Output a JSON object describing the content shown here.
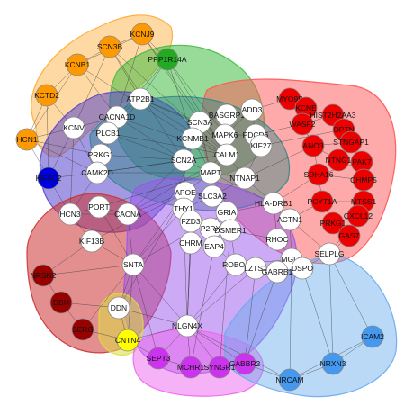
{
  "colors": {
    "orange": "#FF9900",
    "green": "#22AA22",
    "red": "#EE0000",
    "blue": "#0000DD",
    "darkred": "#990000",
    "yellow": "#FFFF00",
    "magenta": "#CC33EE",
    "lightblue": "#4499EE",
    "white": "#FFFFFF"
  },
  "modules": [
    {
      "id": "m-orange",
      "color": "#FFAA33",
      "fill_opacity": 0.45
    },
    {
      "id": "m-green",
      "color": "#44BB44",
      "fill_opacity": 0.55
    },
    {
      "id": "m-red",
      "color": "#FF5555",
      "fill_opacity": 0.5
    },
    {
      "id": "m-blue",
      "color": "#5544CC",
      "fill_opacity": 0.55
    },
    {
      "id": "m-darkred",
      "color": "#CC3333",
      "fill_opacity": 0.55
    },
    {
      "id": "m-yellow",
      "color": "#DDDD44",
      "fill_opacity": 0.55
    },
    {
      "id": "m-purple",
      "color": "#9955EE",
      "fill_opacity": 0.5
    },
    {
      "id": "m-magenta",
      "color": "#EE66EE",
      "fill_opacity": 0.5
    },
    {
      "id": "m-lightblue",
      "color": "#66AAEE",
      "fill_opacity": 0.45
    },
    {
      "id": "m-teal",
      "color": "#338888",
      "fill_opacity": 0.45
    }
  ],
  "nodes": [
    {
      "id": "KCNJ9",
      "label": "KCNJ9",
      "color": "orange"
    },
    {
      "id": "SCN3B",
      "label": "SCN3B",
      "color": "orange"
    },
    {
      "id": "KCNB1",
      "label": "KCNB1",
      "color": "orange"
    },
    {
      "id": "KCTD2",
      "label": "KCTD2",
      "color": "orange"
    },
    {
      "id": "HCN1",
      "label": "HCN1",
      "color": "orange"
    },
    {
      "id": "PPP1R14A",
      "label": "PPP1R14A",
      "color": "green"
    },
    {
      "id": "KCNV",
      "label": "KCNV",
      "color": "white"
    },
    {
      "id": "ATP2B1",
      "label": "ATP2B1",
      "color": "white"
    },
    {
      "id": "CACNA1D",
      "label": "CACNA1D",
      "color": "white"
    },
    {
      "id": "PLCB1",
      "label": "PLCB1",
      "color": "white"
    },
    {
      "id": "PRKG1",
      "label": "PRKG1",
      "color": "white"
    },
    {
      "id": "CAMK2D",
      "label": "CAMK2D",
      "color": "white"
    },
    {
      "id": "KIF5C2",
      "label": "KIF5C2",
      "color": "blue"
    },
    {
      "id": "HCN3",
      "label": "HCN3",
      "color": "white"
    },
    {
      "id": "PORT",
      "label": "PORT",
      "color": "white"
    },
    {
      "id": "CACNA",
      "label": "CACNA",
      "color": "white"
    },
    {
      "id": "KIF13B",
      "label": "KIF13B",
      "color": "white"
    },
    {
      "id": "SNTA",
      "label": "SNTA",
      "color": "white"
    },
    {
      "id": "NRSN2",
      "label": "NRSN2",
      "color": "darkred"
    },
    {
      "id": "DBH",
      "label": "DBH",
      "color": "darkred"
    },
    {
      "id": "SERG",
      "label": "SERG",
      "color": "darkred"
    },
    {
      "id": "DDN",
      "label": "DDN",
      "color": "white"
    },
    {
      "id": "CNTN4",
      "label": "CNTN4",
      "color": "yellow"
    },
    {
      "id": "SCN3A",
      "label": "SCN3A",
      "color": "white"
    },
    {
      "id": "BASGRP1",
      "label": "BASGRP1",
      "color": "white"
    },
    {
      "id": "ADD3",
      "label": "ADD3",
      "color": "white"
    },
    {
      "id": "MAPK6",
      "label": "MAPK6",
      "color": "white"
    },
    {
      "id": "PDCD6",
      "label": "PDCD6",
      "color": "white"
    },
    {
      "id": "KCNMB1",
      "label": "KCNMB1",
      "color": "white"
    },
    {
      "id": "CALM1",
      "label": "CALM1",
      "color": "white"
    },
    {
      "id": "KIF27",
      "label": "KIF27",
      "color": "white"
    },
    {
      "id": "SCN2A",
      "label": "SCN2A",
      "color": "white"
    },
    {
      "id": "NTNAP1",
      "label": "NTNAP1",
      "color": "white"
    },
    {
      "id": "MAPT",
      "label": "MAPT",
      "color": "white"
    },
    {
      "id": "APOE",
      "label": "APOE",
      "color": "white"
    },
    {
      "id": "SLC3A2",
      "label": "SLC3A2",
      "color": "white"
    },
    {
      "id": "THY1",
      "label": "THY1",
      "color": "white"
    },
    {
      "id": "FZD3",
      "label": "FZD3",
      "color": "white"
    },
    {
      "id": "GRIA",
      "label": "GRIA",
      "color": "white"
    },
    {
      "id": "CHRM",
      "label": "CHRM",
      "color": "white"
    },
    {
      "id": "P2RX",
      "label": "P2RX",
      "color": "white"
    },
    {
      "id": "EAP4",
      "label": "EAP4",
      "color": "white"
    },
    {
      "id": "DSMER1",
      "label": "DSMER1",
      "color": "white"
    },
    {
      "id": "ROBO1",
      "label": "ROBO1",
      "color": "white"
    },
    {
      "id": "HLA-DRB1",
      "label": "HLA-DRB1",
      "color": "white"
    },
    {
      "id": "ACTN1",
      "label": "ACTN1",
      "color": "white"
    },
    {
      "id": "RHOC",
      "label": "RHOC",
      "color": "white"
    },
    {
      "id": "MGLL",
      "label": "MGLL",
      "color": "white"
    },
    {
      "id": "LZTS1",
      "label": "LZTS1",
      "color": "white"
    },
    {
      "id": "GABRB1",
      "label": "GABRB1",
      "color": "white"
    },
    {
      "id": "DSPO",
      "label": "DSPO",
      "color": "white"
    },
    {
      "id": "SELPLG",
      "label": "SELPLG",
      "color": "white"
    },
    {
      "id": "MYO9B",
      "label": "MYO9B",
      "color": "red"
    },
    {
      "id": "KCNE",
      "label": "KCNE",
      "color": "red"
    },
    {
      "id": "WASF2",
      "label": "WASF2",
      "color": "red"
    },
    {
      "id": "HIST2H2AA3",
      "label": "HIST2H2AA3",
      "color": "red"
    },
    {
      "id": "OPTN",
      "label": "OPTN",
      "color": "red"
    },
    {
      "id": "ANO3",
      "label": "ANO3",
      "color": "red"
    },
    {
      "id": "STNGAP1",
      "label": "STNGAP1",
      "color": "red"
    },
    {
      "id": "NTNG1",
      "label": "NTNG1",
      "color": "red"
    },
    {
      "id": "SDHA16",
      "label": "SDHA16",
      "color": "red"
    },
    {
      "id": "PAK7",
      "label": "PAK7",
      "color": "red"
    },
    {
      "id": "CHMP5",
      "label": "CHMP5",
      "color": "red"
    },
    {
      "id": "PCYT1A",
      "label": "PCYT1A",
      "color": "red"
    },
    {
      "id": "MTSS1",
      "label": "MTSS1",
      "color": "red"
    },
    {
      "id": "PRKG1B",
      "label": "PRKG1",
      "color": "red"
    },
    {
      "id": "CXCL12",
      "label": "CXCL12",
      "color": "red"
    },
    {
      "id": "GAS7",
      "label": "GAS7",
      "color": "red"
    },
    {
      "id": "NLGN4X",
      "label": "NLGN4X",
      "color": "white"
    },
    {
      "id": "SEPT3",
      "label": "SEPT3",
      "color": "magenta"
    },
    {
      "id": "MCHR1",
      "label": "MCHR1",
      "color": "magenta"
    },
    {
      "id": "SYNGR1",
      "label": "SYNGR1",
      "color": "magenta"
    },
    {
      "id": "GABBR2",
      "label": "GABBR2",
      "color": "magenta"
    },
    {
      "id": "NRCAM",
      "label": "NRCAM",
      "color": "lightblue"
    },
    {
      "id": "NRXN3",
      "label": "NRXN3",
      "color": "lightblue"
    },
    {
      "id": "ICAM2",
      "label": "ICAM2",
      "color": "lightblue"
    }
  ],
  "edges": [
    [
      "KCNJ9",
      "SCN3B"
    ],
    [
      "KCNJ9",
      "KCNB1"
    ],
    [
      "SCN3B",
      "KCNB1"
    ],
    [
      "KCNB1",
      "KCTD2"
    ],
    [
      "KCTD2",
      "HCN1"
    ],
    [
      "KCNB1",
      "HCN1"
    ],
    [
      "SCN3B",
      "KCNV"
    ],
    [
      "KCNJ9",
      "CACNA1D"
    ],
    [
      "KCNB1",
      "CACNA1D"
    ],
    [
      "HCN1",
      "KCNV"
    ],
    [
      "HCN1",
      "CAMK2D"
    ],
    [
      "KCNJ9",
      "SCN3A"
    ],
    [
      "SCN3B",
      "SCN2A"
    ],
    [
      "KCNB1",
      "KCNMB1"
    ],
    [
      "KCTD2",
      "KCNV"
    ],
    [
      "HCN1",
      "PRKG1"
    ],
    [
      "SCN3B",
      "ATP2B1"
    ],
    [
      "KCNJ9",
      "CALM1"
    ],
    [
      "PPP1R14A",
      "CALM1"
    ],
    [
      "PPP1R14A",
      "PRKG1"
    ],
    [
      "PPP1R14A",
      "MAPK6"
    ],
    [
      "PPP1R14A",
      "CACNA1D"
    ],
    [
      "PPP1R14A",
      "KCNMB1"
    ],
    [
      "KCNV",
      "PLCB1"
    ],
    [
      "KCNV",
      "CAMK2D"
    ],
    [
      "KCNV",
      "HCN3"
    ],
    [
      "ATP2B1",
      "CALM1"
    ],
    [
      "ATP2B1",
      "CACNA1D"
    ],
    [
      "CACNA1D",
      "PLCB1"
    ],
    [
      "CACNA1D",
      "CALM1"
    ],
    [
      "CACNA1D",
      "PRKG1"
    ],
    [
      "PLCB1",
      "PRKG1"
    ],
    [
      "PLCB1",
      "CALM1"
    ],
    [
      "PRKG1",
      "CAMK2D"
    ],
    [
      "CAMK2D",
      "CALM1"
    ],
    [
      "CAMK2D",
      "MAPT"
    ],
    [
      "CAMK2D",
      "KIF5C2"
    ],
    [
      "KIF5C2",
      "HCN3"
    ],
    [
      "KIF5C2",
      "KCNV"
    ],
    [
      "HCN3",
      "PORT"
    ],
    [
      "HCN3",
      "CACNA"
    ],
    [
      "HCN3",
      "KIF13B"
    ],
    [
      "PORT",
      "CACNA"
    ],
    [
      "PORT",
      "SNTA"
    ],
    [
      "CACNA",
      "SNTA"
    ],
    [
      "CACNA",
      "SCN2A"
    ],
    [
      "CACNA",
      "CALM1"
    ],
    [
      "KIF13B",
      "SNTA"
    ],
    [
      "KIF13B",
      "NRSN2"
    ],
    [
      "NRSN2",
      "DBH"
    ],
    [
      "DBH",
      "SERG"
    ],
    [
      "SERG",
      "CNTN4"
    ],
    [
      "DBH",
      "DDN"
    ],
    [
      "DDN",
      "CNTN4"
    ],
    [
      "DDN",
      "SNTA"
    ],
    [
      "DDN",
      "NLGN4X"
    ],
    [
      "CNTN4",
      "NLGN4X"
    ],
    [
      "CNTN4",
      "SEPT3"
    ],
    [
      "SNTA",
      "NLGN4X"
    ],
    [
      "SNTA",
      "APOE"
    ],
    [
      "SNTA",
      "THY1"
    ],
    [
      "SCN3A",
      "BASGRP1"
    ],
    [
      "SCN3A",
      "KCNMB1"
    ],
    [
      "SCN3A",
      "CALM1"
    ],
    [
      "BASGRP1",
      "ADD3"
    ],
    [
      "BASGRP1",
      "MAPK6"
    ],
    [
      "ADD3",
      "PDCD6"
    ],
    [
      "ADD3",
      "MAPK6"
    ],
    [
      "MAPK6",
      "CALM1"
    ],
    [
      "MAPK6",
      "PDCD6"
    ],
    [
      "PDCD6",
      "KIF27"
    ],
    [
      "KCNMB1",
      "CALM1"
    ],
    [
      "KCNMB1",
      "SCN2A"
    ],
    [
      "CALM1",
      "MAPT"
    ],
    [
      "CALM1",
      "NTNAP1"
    ],
    [
      "KIF27",
      "NTNAP1"
    ],
    [
      "SCN2A",
      "MAPT"
    ],
    [
      "SCN2A",
      "APOE"
    ],
    [
      "NTNAP1",
      "MAPT"
    ],
    [
      "NTNAP1",
      "HLA-DRB1"
    ],
    [
      "MAPT",
      "APOE"
    ],
    [
      "MAPT",
      "SLC3A2"
    ],
    [
      "APOE",
      "SLC3A2"
    ],
    [
      "APOE",
      "THY1"
    ],
    [
      "SLC3A2",
      "THY1"
    ],
    [
      "SLC3A2",
      "GRIA"
    ],
    [
      "THY1",
      "FZD3"
    ],
    [
      "FZD3",
      "CHRM"
    ],
    [
      "FZD3",
      "P2RX"
    ],
    [
      "GRIA",
      "P2RX"
    ],
    [
      "GRIA",
      "DSMER1"
    ],
    [
      "CHRM",
      "EAP4"
    ],
    [
      "P2RX",
      "EAP4"
    ],
    [
      "EAP4",
      "DSMER1"
    ],
    [
      "DSMER1",
      "ROBO1"
    ],
    [
      "EAP4",
      "ROBO1"
    ],
    [
      "ROBO1",
      "LZTS1"
    ],
    [
      "HLA-DRB1",
      "ACTN1"
    ],
    [
      "HLA-DRB1",
      "RHOC"
    ],
    [
      "ACTN1",
      "RHOC"
    ],
    [
      "ACTN1",
      "SELPLG"
    ],
    [
      "RHOC",
      "MGLL"
    ],
    [
      "MGLL",
      "DSPO"
    ],
    [
      "MGLL",
      "GABRB1"
    ],
    [
      "LZTS1",
      "GABRB1"
    ],
    [
      "GABRB1",
      "DSPO"
    ],
    [
      "DSPO",
      "SELPLG"
    ],
    [
      "SELPLG",
      "GAS7"
    ],
    [
      "SELPLG",
      "NRXN3"
    ],
    [
      "MYO9B",
      "KCNE"
    ],
    [
      "KCNE",
      "WASF2"
    ],
    [
      "WASF2",
      "HIST2H2AA3"
    ],
    [
      "MYO9B",
      "WASF2"
    ],
    [
      "HIST2H2AA3",
      "OPTN"
    ],
    [
      "OPTN",
      "STNGAP1"
    ],
    [
      "ANO3",
      "STNGAP1"
    ],
    [
      "ANO3",
      "NTNG1"
    ],
    [
      "STNGAP1",
      "NTNG1"
    ],
    [
      "NTNG1",
      "PAK7"
    ],
    [
      "SDHA16",
      "PAK7"
    ],
    [
      "SDHA16",
      "CHMP5"
    ],
    [
      "PAK7",
      "CHMP5"
    ],
    [
      "CHMP5",
      "MTSS1"
    ],
    [
      "PCYT1A",
      "MTSS1"
    ],
    [
      "MTSS1",
      "CXCL12"
    ],
    [
      "PCYT1A",
      "PRKG1B"
    ],
    [
      "PRKG1B",
      "CXCL12"
    ],
    [
      "CXCL12",
      "GAS7"
    ],
    [
      "PRKG1B",
      "GAS7"
    ],
    [
      "WASF2",
      "ANO3"
    ],
    [
      "MYO9B",
      "ANO3"
    ],
    [
      "ANO3",
      "SDHA16"
    ],
    [
      "SDHA16",
      "PCYT1A"
    ],
    [
      "NTNAP1",
      "ANO3"
    ],
    [
      "HLA-DRB1",
      "SDHA16"
    ],
    [
      "ACTN1",
      "PCYT1A"
    ],
    [
      "ADD3",
      "MYO9B"
    ],
    [
      "PDCD6",
      "WASF2"
    ],
    [
      "KIF27",
      "OPTN"
    ],
    [
      "NLGN4X",
      "SEPT3"
    ],
    [
      "NLGN4X",
      "MCHR1"
    ],
    [
      "NLGN4X",
      "SYNGR1"
    ],
    [
      "NLGN4X",
      "GABBR2"
    ],
    [
      "SEPT3",
      "MCHR1"
    ],
    [
      "MCHR1",
      "SYNGR1"
    ],
    [
      "SYNGR1",
      "GABBR2"
    ],
    [
      "GABBR2",
      "NRCAM"
    ],
    [
      "NRCAM",
      "NRXN3"
    ],
    [
      "NRXN3",
      "ICAM2"
    ],
    [
      "NRCAM",
      "ICAM2"
    ],
    [
      "NLGN4X",
      "NRCAM"
    ],
    [
      "NLGN4X",
      "ROBO1"
    ],
    [
      "NLGN4X",
      "LZTS1"
    ],
    [
      "NLGN4X",
      "CHRM"
    ],
    [
      "GABBR2",
      "GABRB1"
    ],
    [
      "SYNGR1",
      "DSMER1"
    ],
    [
      "MCHR1",
      "EAP4"
    ],
    [
      "GABBR2",
      "LZTS1"
    ],
    [
      "NRCAM",
      "MGLL"
    ],
    [
      "NRXN3",
      "DSPO"
    ],
    [
      "ICAM2",
      "SELPLG"
    ],
    [
      "KIF13B",
      "APOE"
    ],
    [
      "PORT",
      "MAPT"
    ],
    [
      "CACNA",
      "APOE"
    ],
    [
      "HCN3",
      "CAMK2D"
    ],
    [
      "PRKG1",
      "SCN2A"
    ],
    [
      "CAMK2D",
      "SCN2A"
    ],
    [
      "KCNV",
      "CACNA1D"
    ],
    [
      "SCN3A",
      "MAPT"
    ],
    [
      "BASGRP1",
      "CALM1"
    ],
    [
      "KCNMB1",
      "MAPT"
    ],
    [
      "NTNAP1",
      "SLC3A2"
    ],
    [
      "HLA-DRB1",
      "GRIA"
    ],
    [
      "HLA-DRB1",
      "MAPT"
    ],
    [
      "RHOC",
      "DSMER1"
    ],
    [
      "MGLL",
      "ROBO1"
    ],
    [
      "ACTN1",
      "MGLL"
    ],
    [
      "SELPLG",
      "CXCL12"
    ],
    [
      "GAS7",
      "MTSS1"
    ],
    [
      "SNTA",
      "GRIA"
    ],
    [
      "DDN",
      "APOE"
    ],
    [
      "THY1",
      "NLGN4X"
    ],
    [
      "CHRM",
      "NLGN4X"
    ],
    [
      "FZD3",
      "NLGN4X"
    ],
    [
      "SEPT3",
      "SNTA"
    ],
    [
      "CNTN4",
      "SNTA"
    ],
    [
      "NRSN2",
      "SNTA"
    ],
    [
      "SERG",
      "SNTA"
    ],
    [
      "KCTD2",
      "KIF5C2"
    ],
    [
      "HCN1",
      "KIF5C2"
    ],
    [
      "SCN3B",
      "CALM1"
    ],
    [
      "KCNJ9",
      "PPP1R14A"
    ],
    [
      "ATP2B1",
      "MAPK6"
    ],
    [
      "ATP2B1",
      "SCN3A"
    ],
    [
      "PLCB1",
      "SCN2A"
    ],
    [
      "CACNA1D",
      "SCN2A"
    ],
    [
      "CALM1",
      "SCN2A"
    ]
  ]
}
